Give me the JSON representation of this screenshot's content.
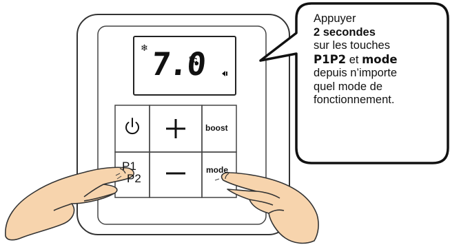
{
  "display": {
    "temperature": "7.0",
    "unit": "°c",
    "snowflake_icon": "snowflake-icon",
    "small_indicator_icon": "speaker-icon"
  },
  "buttons": {
    "power_icon": "power-icon",
    "plus_icon": "plus-icon",
    "minus_icon": "minus-icon",
    "boost_label": "boost",
    "mode_label": "mode",
    "p1_label": "P1",
    "p2_label": "P2"
  },
  "callout": {
    "line1": "Appuyer",
    "line2": "2 secondes",
    "line3": "sur les touches",
    "line4_key1": "P1P2",
    "line4_and": " et ",
    "line4_key2": "mode",
    "line5": "depuis n’importe",
    "line6": "quel mode de",
    "line7": "fonctionnement."
  }
}
